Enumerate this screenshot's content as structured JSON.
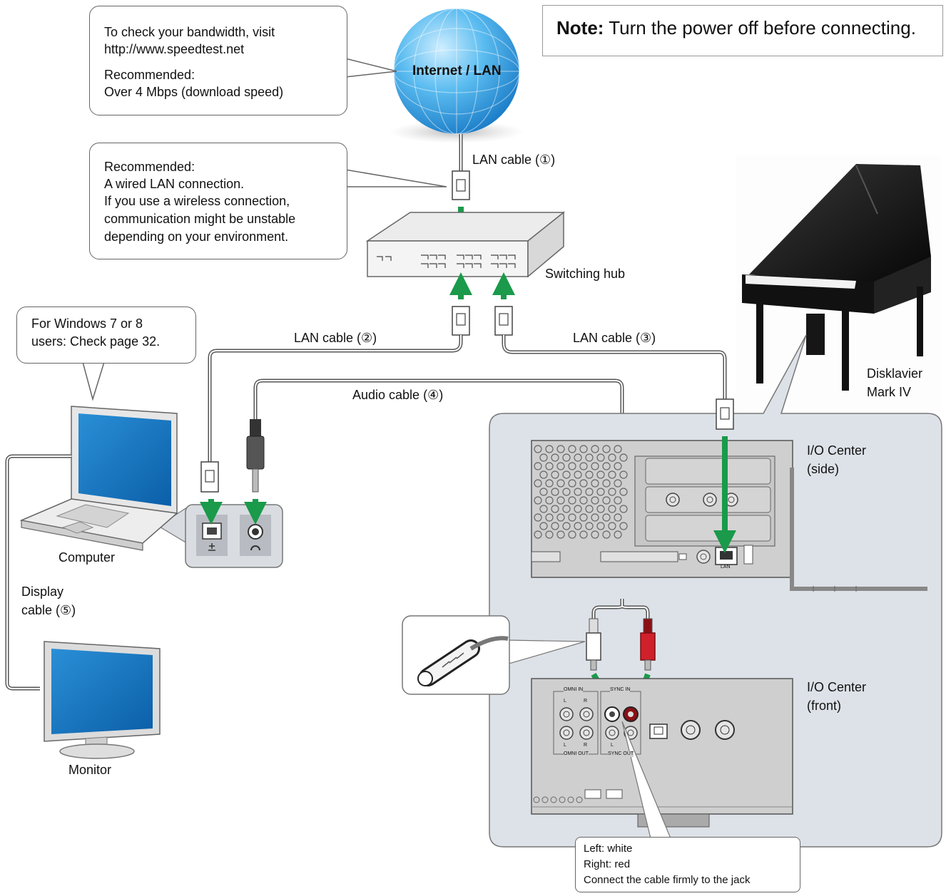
{
  "note": {
    "label": "Note:",
    "text": "Turn the power off before connecting."
  },
  "internet": {
    "label": "Internet / LAN"
  },
  "bubbles": {
    "bandwidth": [
      "To check your bandwidth, visit",
      "http://www.speedtest.net",
      "Recommended:",
      "Over 4 Mbps (download speed)"
    ],
    "wired": [
      "Recommended:",
      "A wired LAN connection.",
      "If you use a wireless connection,",
      "communication might be unstable",
      "depending on your environment."
    ],
    "windows": [
      "For Windows 7 or 8",
      "users: Check page 32."
    ],
    "jack": [
      "Left: white",
      "Right: red",
      "Connect the cable firmly to the jack"
    ]
  },
  "cables": {
    "lan1": "LAN cable (①)",
    "lan2": "LAN cable (②)",
    "lan3": "LAN cable (③)",
    "audio": "Audio cable (④)",
    "display": [
      "Display",
      "cable (⑤)"
    ]
  },
  "devices": {
    "hub": "Switching hub",
    "computer": "Computer",
    "monitor": "Monitor",
    "piano": [
      "Disklavier",
      "Mark IV"
    ],
    "io_side": [
      "I/O Center",
      "(side)"
    ],
    "io_front": [
      "I/O Center",
      "(front)"
    ]
  },
  "panel_labels": {
    "lan_port": "LAN",
    "omni_in": "OMNI IN",
    "sync_in": "SYNC IN",
    "omni_out": "OMNI OUT",
    "sync_out": "SYNC OUT",
    "l": "L",
    "r": "R"
  },
  "colors": {
    "arrow": "#1a9a4a",
    "panel": "#dde2e8",
    "globe": "#2f9be0",
    "red_plug": "#d0202a"
  }
}
